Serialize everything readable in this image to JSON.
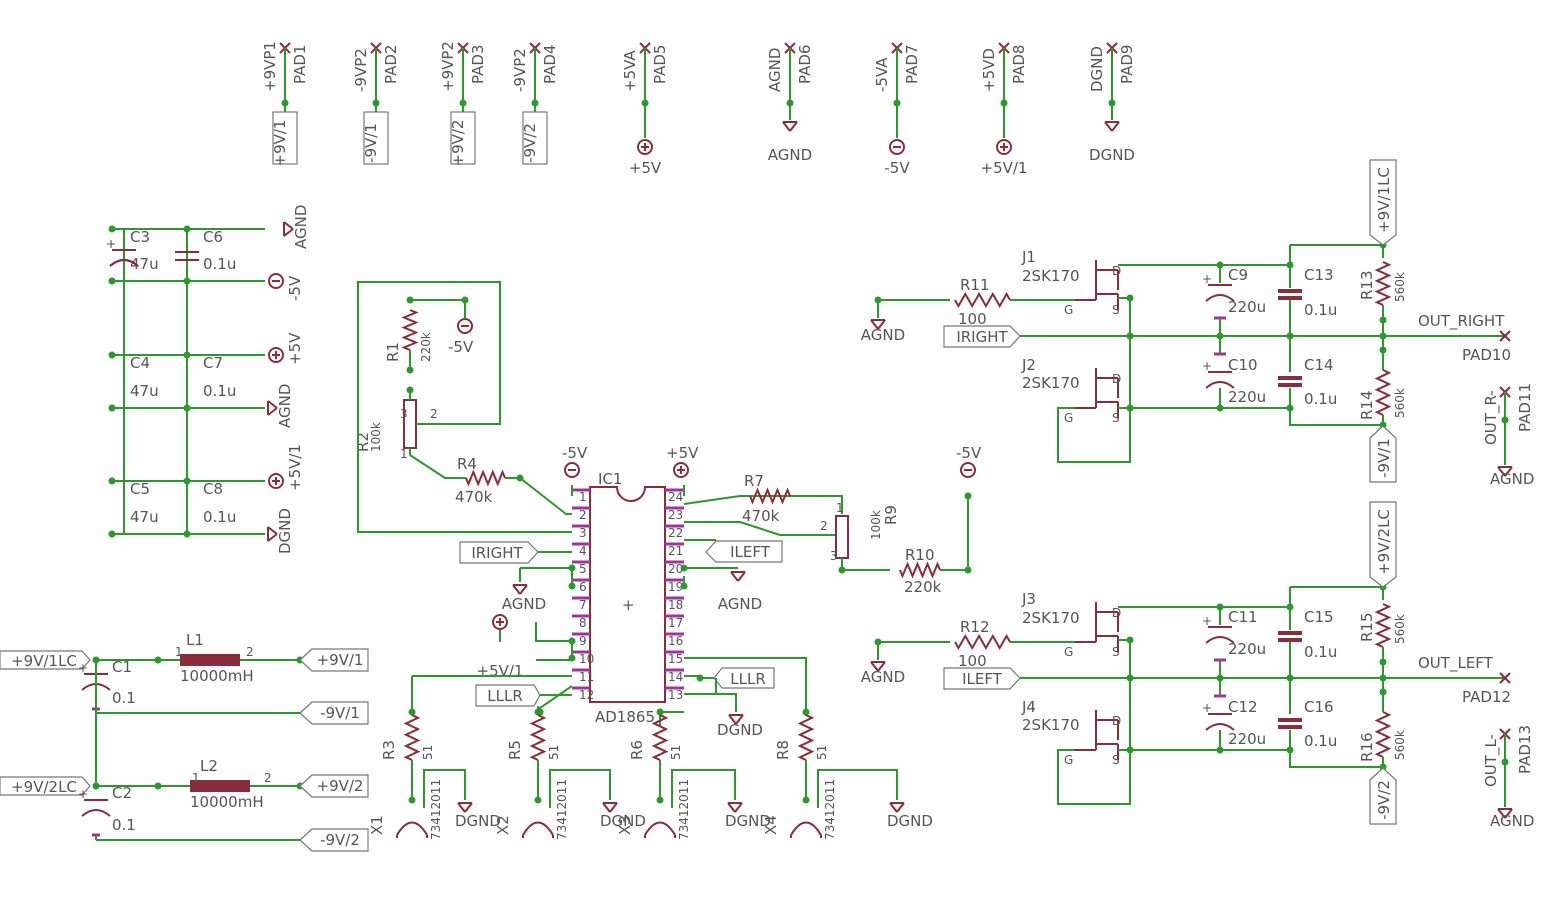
{
  "pads": [
    {
      "net": "+9VP1",
      "pad": "PAD1",
      "label": "+9V/1"
    },
    {
      "net": "-9VP2",
      "pad": "PAD2",
      "label": "-9V/1"
    },
    {
      "net": "+9VP2",
      "pad": "PAD3",
      "label": "+9V/2"
    },
    {
      "net": "-9VP2",
      "pad": "PAD4",
      "label": "-9V/2"
    },
    {
      "net": "+5VA",
      "pad": "PAD5",
      "label": "+5V"
    },
    {
      "net": "AGND",
      "pad": "PAD6",
      "label": "AGND"
    },
    {
      "net": "-5VA",
      "pad": "PAD7",
      "label": "-5V"
    },
    {
      "net": "+5VD",
      "pad": "PAD8",
      "label": "+5V/1"
    },
    {
      "net": "DGND",
      "pad": "PAD9",
      "label": "DGND"
    }
  ],
  "decoupling": [
    {
      "cap_a": "C3",
      "val_a": "47u",
      "cap_b": "C6",
      "val_b": "0.1u",
      "top": "AGND",
      "bottom": "-5V"
    },
    {
      "cap_a": "C4",
      "val_a": "47u",
      "cap_b": "C7",
      "val_b": "0.1u",
      "top": "+5V",
      "bottom": "AGND"
    },
    {
      "cap_a": "C5",
      "val_a": "47u",
      "cap_b": "C8",
      "val_b": "0.1u",
      "top": "+5V/1",
      "bottom": "DGND"
    }
  ],
  "filters": [
    {
      "in": "+9V/1LC",
      "cap": "C1",
      "cval": "0.1",
      "ind": "L1",
      "ival": "10000mH",
      "out": "+9V/1",
      "neg": "-9V/1"
    },
    {
      "in": "+9V/2LC",
      "cap": "C2",
      "cval": "0.1",
      "ind": "L2",
      "ival": "10000mH",
      "out": "+9V/2",
      "neg": "-9V/2"
    }
  ],
  "ic": {
    "name": "IC1",
    "part": "AD1865",
    "plus": "+",
    "left": [
      "1",
      "2",
      "3",
      "4",
      "5",
      "6",
      "7",
      "8",
      "9",
      "10",
      "11",
      "12"
    ],
    "right": [
      "24",
      "23",
      "22",
      "21",
      "20",
      "19",
      "18",
      "17",
      "16",
      "15",
      "14",
      "13"
    ]
  },
  "dac": {
    "r1": "R1",
    "r1v": "220k",
    "r2": "R2",
    "r2v": "100k",
    "r4": "R4",
    "r4v": "470k",
    "r7": "R7",
    "r7v": "470k",
    "r9": "R9",
    "r9v": "100k",
    "r10": "R10",
    "r10v": "220k",
    "nets": {
      "m5": "-5V",
      "p5": "+5V",
      "p51": "+5V/1",
      "agnd": "AGND",
      "dgnd": "DGND",
      "iright": "IRIGHT",
      "ileft": "ILEFT",
      "lllr": "LLLR"
    },
    "pin_nums": {
      "one": "1",
      "two": "2",
      "three": "3"
    }
  },
  "connectors": [
    {
      "r": "R3",
      "rv": "51",
      "x": "X1",
      "xv": "73412011"
    },
    {
      "r": "R5",
      "rv": "51",
      "x": "X2",
      "xv": "73412011"
    },
    {
      "r": "R6",
      "rv": "51",
      "x": "X3",
      "xv": "73412011"
    },
    {
      "r": "R8",
      "rv": "51",
      "x": "X4",
      "xv": "73412011"
    }
  ],
  "channels": [
    {
      "ra": "R11",
      "rav": "100",
      "ja": "J1",
      "jb": "J2",
      "jt": "2SK170",
      "cbig_a": "C9",
      "cbig_b": "C10",
      "cbv": "220u",
      "csm_a": "C13",
      "csm_b": "C14",
      "csv": "0.1u",
      "rt": "R13",
      "rb": "R14",
      "rv": "560k",
      "sup_p": "+9V/1LC",
      "sup_n": "-9V/1",
      "in": "IRIGHT",
      "out": "OUT_RIGHT",
      "pad": "PAD10",
      "gpad_net": "OUT_R-",
      "gpad": "PAD11",
      "gnd": "AGND"
    },
    {
      "ra": "R12",
      "rav": "100",
      "ja": "J3",
      "jb": "J4",
      "jt": "2SK170",
      "cbig_a": "C11",
      "cbig_b": "C12",
      "cbv": "220u",
      "csm_a": "C15",
      "csm_b": "C16",
      "csv": "0.1u",
      "rt": "R15",
      "rb": "R16",
      "rv": "560k",
      "sup_p": "+9V/2LC",
      "sup_n": "-9V/2",
      "in": "ILEFT",
      "out": "OUT_LEFT",
      "pad": "PAD12",
      "gpad_net": "OUT_L-",
      "gpad": "PAD13",
      "gnd": "AGND"
    }
  ],
  "jfet_pins": {
    "d": "D",
    "g": "G",
    "s": "S"
  },
  "colors": {
    "wire": "#2a9a2a",
    "part": "#8a2c3a",
    "text": "#555555",
    "pin": "#a0349a"
  }
}
